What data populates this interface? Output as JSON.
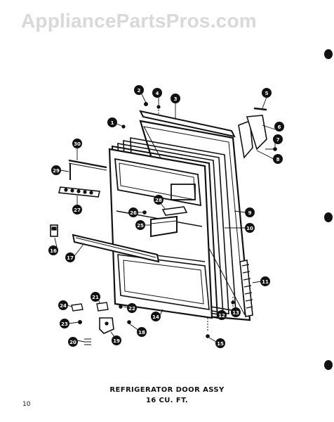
{
  "watermark": "AppliancePartsPros.com",
  "caption": {
    "line1": "REFRIGERATOR DOOR ASSY",
    "line2": "16 CU. FT."
  },
  "page_number": "10",
  "callouts": [
    "1",
    "2",
    "3",
    "4",
    "5",
    "6",
    "7",
    "8",
    "9",
    "10",
    "11",
    "12",
    "13",
    "14",
    "15",
    "16",
    "17",
    "18",
    "19",
    "20",
    "21",
    "22",
    "23",
    "24",
    "25",
    "26",
    "27",
    "28",
    "29",
    "30"
  ],
  "colors": {
    "ink": "#111111",
    "watermark": "#d9d9d9",
    "paper": "#ffffff"
  }
}
